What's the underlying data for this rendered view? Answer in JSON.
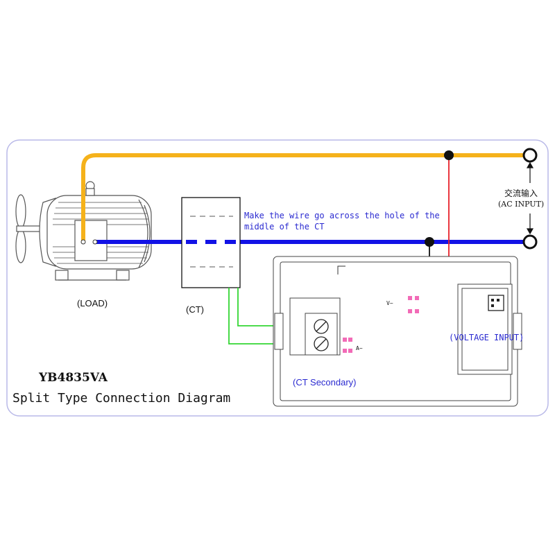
{
  "labels": {
    "load": "(LOAD)",
    "ct": "(CT)",
    "wire_note_line1": "Make the wire go across the hole of the",
    "wire_note_line2": "middle of the CT",
    "ac_input_cn": "交流输入",
    "ac_input_en": "(AC INPUT)",
    "v_mark": "V~",
    "a_mark": "A~",
    "voltage_input": "(VOLTAGE INPUT)",
    "ct_secondary": "(CT Secondary)",
    "model": "YB4835VA",
    "diagram_title": "Split Type Connection Diagram"
  },
  "colors": {
    "live_wire": "#f5b21b",
    "neutral_wire": "#1212e6",
    "voltage_wire": "#e8202a",
    "black_wire": "#111111",
    "ct_wire": "#33d633",
    "frame": "#b9b9e8",
    "text_blue": "#2a2ad0"
  },
  "icons": {
    "motor": "electric-motor-icon",
    "fan": "fan-blade-icon",
    "terminal": "ring-terminal-icon"
  }
}
